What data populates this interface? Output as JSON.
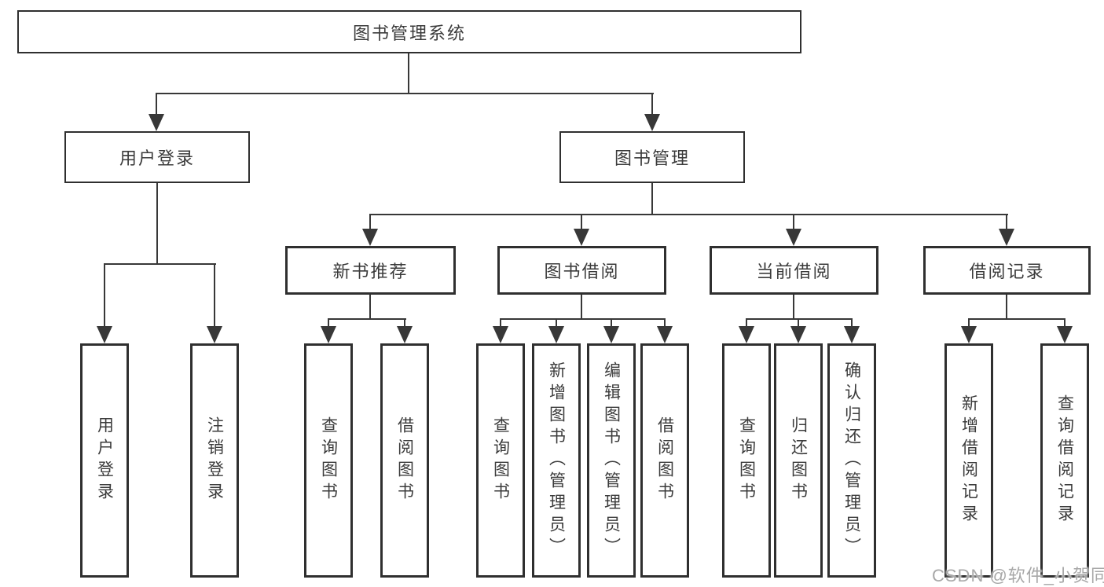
{
  "tree": {
    "root": {
      "label": "图书管理系统"
    },
    "branches": [
      {
        "label": "用户登录",
        "children": [
          {
            "label": "用户登录"
          },
          {
            "label": "注销登录"
          }
        ]
      },
      {
        "label": "图书管理",
        "children": [
          {
            "label": "新书推荐",
            "children": [
              {
                "label": "查询图书"
              },
              {
                "label": "借阅图书"
              }
            ]
          },
          {
            "label": "图书借阅",
            "children": [
              {
                "label": "查询图书"
              },
              {
                "label": "新增图书（管理员）"
              },
              {
                "label": "编辑图书（管理员）"
              },
              {
                "label": "借阅图书"
              }
            ]
          },
          {
            "label": "当前借阅",
            "children": [
              {
                "label": "查询图书"
              },
              {
                "label": "归还图书"
              },
              {
                "label": "确认归还（管理员）"
              }
            ]
          },
          {
            "label": "借阅记录",
            "children": [
              {
                "label": "新增借阅记录"
              },
              {
                "label": "查询借阅记录"
              }
            ]
          }
        ]
      }
    ]
  },
  "watermark": {
    "text": "CSDN @软件_小贺同学"
  },
  "colors": {
    "background": "#ffffff",
    "box_border": "#2f2f2f",
    "line": "#383838",
    "text": "#3b3b3b",
    "watermark": "#a8a8a8"
  }
}
